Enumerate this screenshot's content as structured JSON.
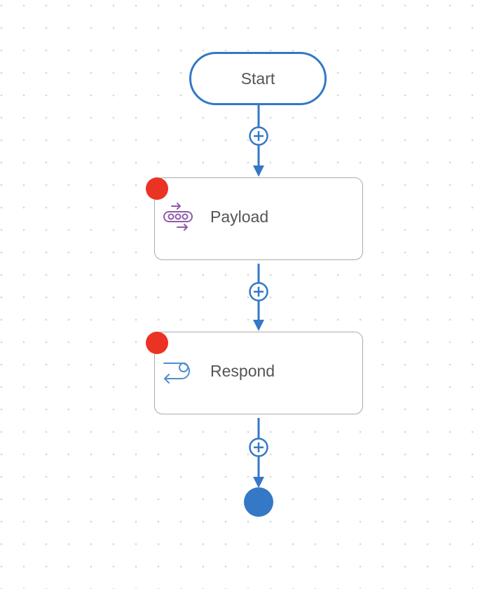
{
  "start": {
    "label": "Start"
  },
  "nodes": [
    {
      "label": "Payload",
      "icon": "payload-conveyor-icon",
      "status": "error"
    },
    {
      "label": "Respond",
      "icon": "respond-return-icon",
      "status": "error"
    }
  ],
  "colors": {
    "accent": "#3478c6",
    "error": "#ea3323",
    "payload_icon": "#8e5ba8",
    "respond_icon": "#4d8fd0"
  }
}
